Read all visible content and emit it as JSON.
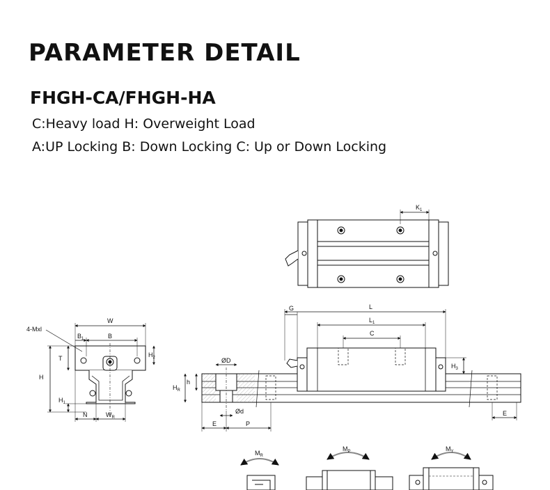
{
  "header": {
    "title": "PARAMETER DETAIL",
    "model": "FHGH-CA/FHGH-HA",
    "load_line": "C:Heavy load  H:  Overweight Load",
    "locking_line": "A:UP Locking  B: Down Locking  C: Up or Down Locking"
  },
  "diagram": {
    "end_view": {
      "label_bolt": "4-Mxl",
      "label_W": "W",
      "label_B1": "B",
      "label_B1_sub": "1",
      "label_B": "B",
      "label_T": "T",
      "label_H2": "H",
      "label_H2_sub": "2",
      "label_H": "H",
      "label_H1": "H",
      "label_H1_sub": "1",
      "label_N": "N",
      "label_WR": "W",
      "label_WR_sub": "R"
    },
    "top_view": {
      "label_K1": "K",
      "label_K1_sub": "1"
    },
    "side_view": {
      "label_G": "G",
      "label_L": "L",
      "label_L1": "L",
      "label_L1_sub": "1",
      "label_C": "C",
      "label_H3": "H",
      "label_H3_sub": "3",
      "label_phiD": "ØD",
      "label_h": "h",
      "label_HR": "H",
      "label_HR_sub": "R",
      "label_phid": "Ød",
      "label_E": "E",
      "label_P": "P",
      "label_E2": "E"
    },
    "moments": {
      "label_MR": "M",
      "label_MR_sub": "R",
      "label_MP": "M",
      "label_MP_sub": "P",
      "label_MY": "M",
      "label_MY_sub": "Y"
    }
  }
}
